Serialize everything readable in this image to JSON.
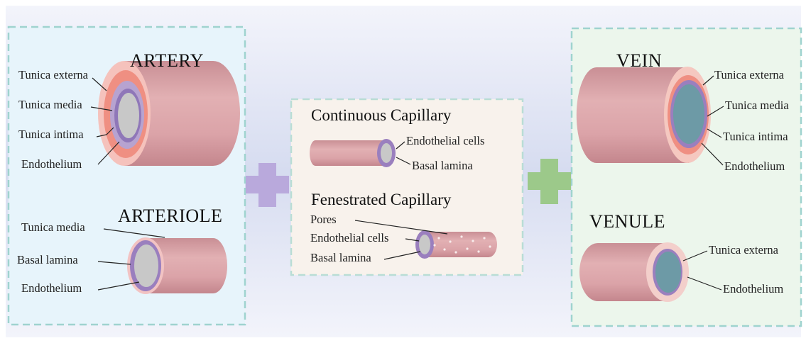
{
  "artery": {
    "title": "ARTERY",
    "labels": [
      "Tunica externa",
      "Tunica media",
      "Tunica intima",
      "Endothelium"
    ]
  },
  "arteriole": {
    "title": "ARTERIOLE",
    "labels": [
      "Tunica media",
      "Basal lamina",
      "Endothelium"
    ]
  },
  "continuous": {
    "title": "Continuous Capillary",
    "labels": [
      "Endothelial cells",
      "Basal lamina"
    ]
  },
  "fenestrated": {
    "title": "Fenestrated Capillary",
    "labels": [
      "Pores",
      "Endothelial cells",
      "Basal lamina"
    ]
  },
  "vein": {
    "title": "VEIN",
    "labels": [
      "Tunica externa",
      "Tunica media",
      "Tunica intima",
      "Endothelium"
    ]
  },
  "venule": {
    "title": "VENULE",
    "labels": [
      "Tunica externa",
      "Endothelium"
    ]
  },
  "colors": {
    "vessel_wall": "#d9a3a6",
    "tunica_externa_artery": "#ef8f82",
    "tunica_media": "#b7a3d0",
    "lumen": "#c8c8c8",
    "vein_lumen": "#6d9aa6",
    "plus_left": "#b9a9dc",
    "plus_right": "#9cc98a",
    "panel_left": "#e7f4fb",
    "panel_center": "#f8f2ec",
    "panel_right": "#ecf6ec",
    "panel_border": "#9fd3cf"
  }
}
